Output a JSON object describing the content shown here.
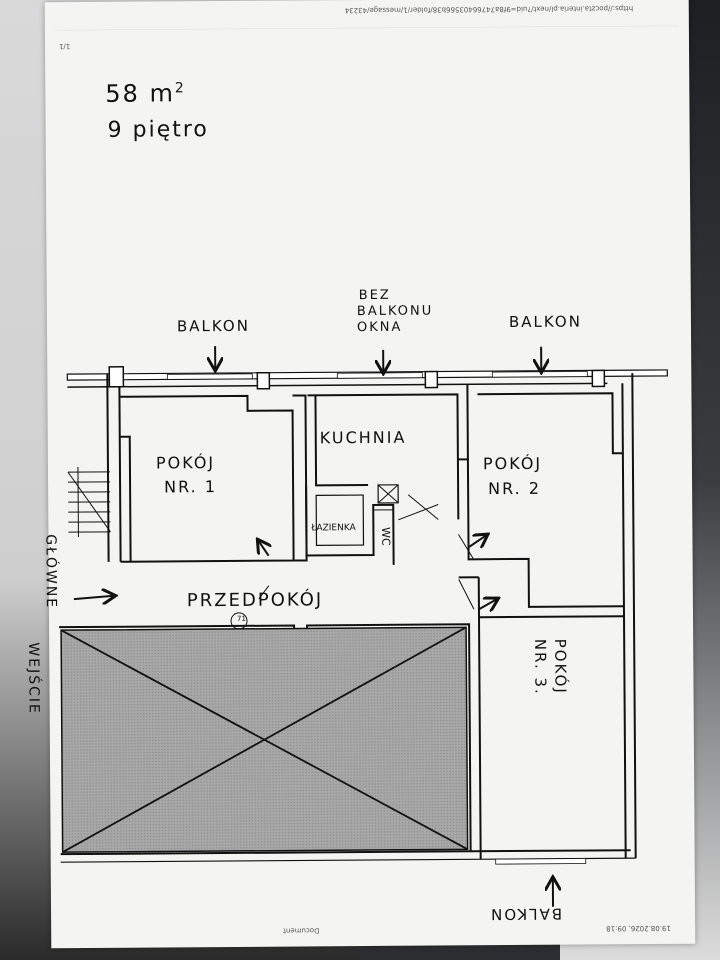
{
  "header": {
    "url": "https://poczta.interia.pl/next/?uid=9f8a74766403566b38/folder/1/message/43234",
    "page_count": "1/1"
  },
  "footer": {
    "timestamp": "19.08.2026, 09:18",
    "doc_label": "Document"
  },
  "notes": {
    "area": "58 m",
    "area_exp": "2",
    "floor": "9 piętro"
  },
  "labels": {
    "balkon_left": "BALKON",
    "bez": "BEZ",
    "balkonu": "BALKONU",
    "okna": "OKNA",
    "balkon_right": "BALKON",
    "kuchnia": "KUCHNIA",
    "pokoj1_a": "POKÓJ",
    "pokoj1_b": "NR. 1",
    "pokoj2_a": "POKÓJ",
    "pokoj2_b": "NR. 2",
    "lazienka": "ŁAZIENKA",
    "wc": "WC",
    "przedpokoj": "PRZEDPOKÓJ",
    "pokoj3_a": "POKÓJ",
    "pokoj3_b": "NR. 3.",
    "entrance_a": "GŁÓWNE",
    "entrance_b": "WEJŚCIE",
    "balkon_bottom": "BALKON",
    "fixture_num": "71"
  },
  "colors": {
    "paper": "#f4f4f2",
    "ink": "#111111",
    "hatch": "#9e9e9e"
  }
}
